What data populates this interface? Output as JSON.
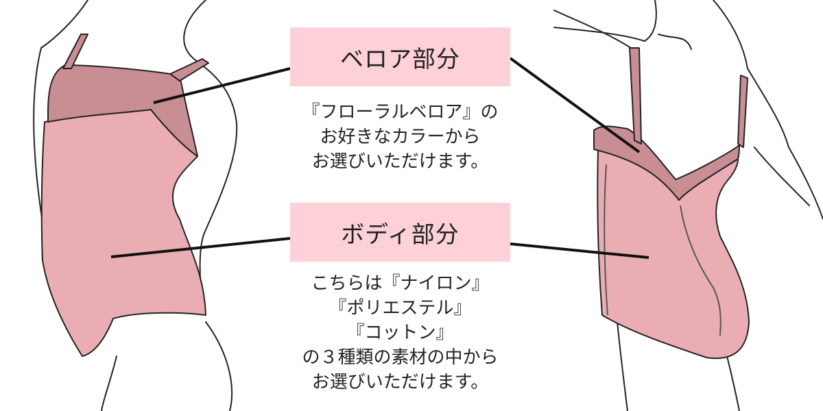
{
  "labels": {
    "velour": {
      "title": "ベロア部分",
      "lines": [
        "『フローラルベロア』の",
        "お好きなカラーから",
        "お選びいただけます。"
      ]
    },
    "body": {
      "title": "ボディ部分",
      "lines": [
        "こちらは『ナイロン』",
        "『ポリエステル』",
        "『コットン』",
        "の３種類の素材の中から",
        "お選びいただけます。"
      ]
    }
  },
  "colors": {
    "label_bg": "#fdd1d7",
    "velour_fabric": "#c98e94",
    "body_fabric": "#ebadb4",
    "outline": "#222222"
  }
}
